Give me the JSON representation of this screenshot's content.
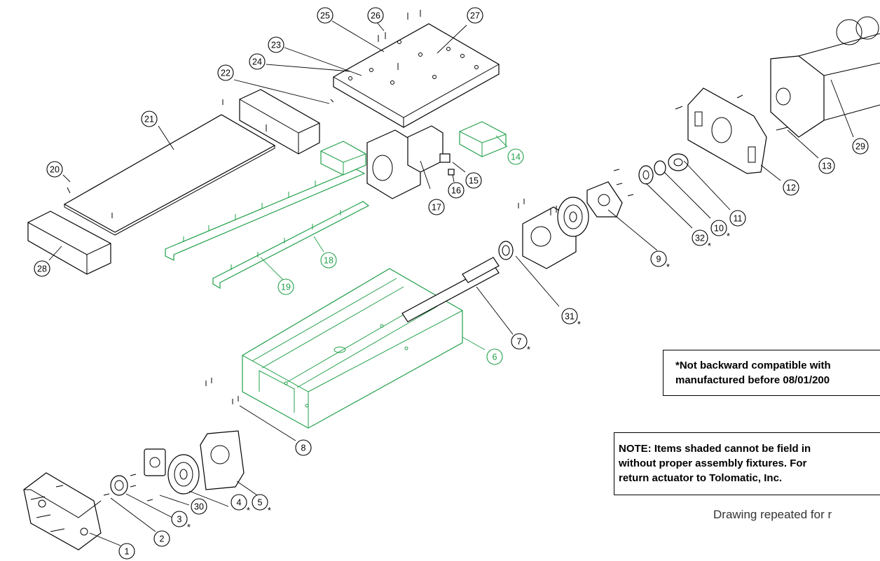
{
  "parts": [
    {
      "id": "1"
    },
    {
      "id": "2"
    },
    {
      "id": "3",
      "note": "*"
    },
    {
      "id": "30"
    },
    {
      "id": "4",
      "note": "*"
    },
    {
      "id": "5",
      "note": "*"
    },
    {
      "id": "8"
    },
    {
      "id": "6",
      "color": "green"
    },
    {
      "id": "7",
      "note": "*"
    },
    {
      "id": "31",
      "note": "*"
    },
    {
      "id": "9",
      "note": "*"
    },
    {
      "id": "32",
      "note": "*"
    },
    {
      "id": "10",
      "note": "*"
    },
    {
      "id": "11"
    },
    {
      "id": "12"
    },
    {
      "id": "13"
    },
    {
      "id": "29"
    },
    {
      "id": "14",
      "color": "green"
    },
    {
      "id": "15"
    },
    {
      "id": "16"
    },
    {
      "id": "17"
    },
    {
      "id": "18",
      "color": "green"
    },
    {
      "id": "19",
      "color": "green"
    },
    {
      "id": "20"
    },
    {
      "id": "21"
    },
    {
      "id": "22"
    },
    {
      "id": "23"
    },
    {
      "id": "24"
    },
    {
      "id": "25"
    },
    {
      "id": "26"
    },
    {
      "id": "27"
    },
    {
      "id": "28"
    }
  ],
  "notes": {
    "compat_line1": "*Not backward compatible with",
    "compat_line2": "manufactured before 08/01/200",
    "field_line1": "NOTE: Items shaded cannot be field in",
    "field_line2": "without proper assembly fixtures. For",
    "field_line3": "return actuator to Tolomatic, Inc."
  },
  "caption": "Drawing repeated for r",
  "colors": {
    "outline": "#000000",
    "highlight": "#22a04a"
  }
}
